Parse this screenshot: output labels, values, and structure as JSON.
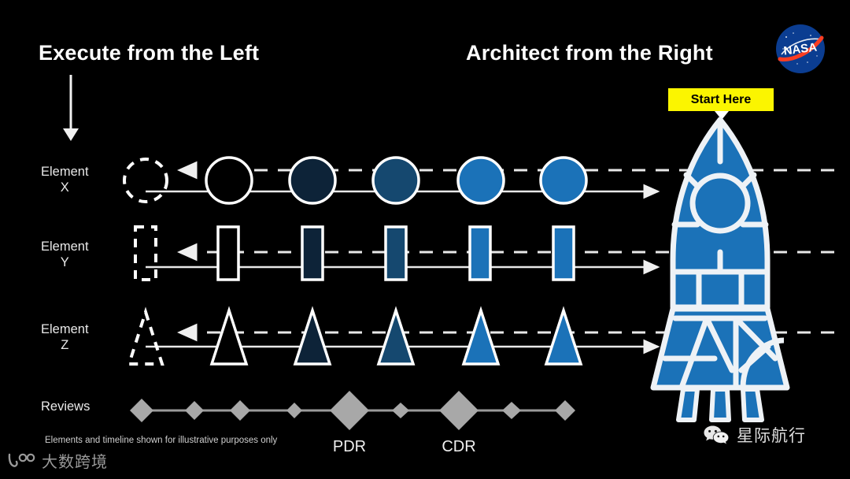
{
  "slide": {
    "background": "#000000",
    "title_left": "Execute from the Left",
    "title_right": "Architect from the Right",
    "footnote": "Elements and timeline shown for illustrative purposes only"
  },
  "start_badge": {
    "label": "Start Here",
    "bg": "#fbf500",
    "fg": "#000000"
  },
  "logo": {
    "name": "NASA",
    "text": "NASA",
    "circle": "#0b3d91",
    "swoosh": "#fc3d21"
  },
  "rows": [
    {
      "label_line1": "Element",
      "label_line2": "X",
      "shape": "circle",
      "items": [
        {
          "style": "dashed",
          "fill": "none"
        },
        {
          "style": "outline",
          "fill": "none"
        },
        {
          "style": "filled",
          "fill": "#0d2338"
        },
        {
          "style": "filled",
          "fill": "#15486f"
        },
        {
          "style": "filled",
          "fill": "#1b72b8"
        },
        {
          "style": "filled",
          "fill": "#1b72b8"
        }
      ]
    },
    {
      "label_line1": "Element",
      "label_line2": "Y",
      "shape": "rectangle",
      "items": [
        {
          "style": "dashed",
          "fill": "none"
        },
        {
          "style": "outline",
          "fill": "none"
        },
        {
          "style": "filled",
          "fill": "#0d2338"
        },
        {
          "style": "filled",
          "fill": "#15486f"
        },
        {
          "style": "filled",
          "fill": "#1b72b8"
        },
        {
          "style": "filled",
          "fill": "#1b72b8"
        }
      ]
    },
    {
      "label_line1": "Element",
      "label_line2": "Z",
      "shape": "triangle",
      "items": [
        {
          "style": "dashed",
          "fill": "none"
        },
        {
          "style": "outline",
          "fill": "none"
        },
        {
          "style": "filled",
          "fill": "#0d2338"
        },
        {
          "style": "filled",
          "fill": "#15486f"
        },
        {
          "style": "filled",
          "fill": "#1b72b8"
        },
        {
          "style": "filled",
          "fill": "#1b72b8"
        }
      ]
    }
  ],
  "reviews": {
    "label": "Reviews",
    "color": "#a8a8a8",
    "milestones": [
      {
        "name": "",
        "size": "small"
      },
      {
        "name": "",
        "size": "small"
      },
      {
        "name": "",
        "size": "small"
      },
      {
        "name": "",
        "size": "small"
      },
      {
        "name": "PDR",
        "size": "large"
      },
      {
        "name": "",
        "size": "small"
      },
      {
        "name": "CDR",
        "size": "large"
      },
      {
        "name": "",
        "size": "small"
      },
      {
        "name": "",
        "size": "small"
      }
    ]
  },
  "rocket": {
    "name": "rocket",
    "fill": "#1b72b8",
    "outline": "#eef2f6"
  },
  "arrows": {
    "down_arrow": "execute-direction-down",
    "solid_right": "execute-flow-right",
    "dashed_left": "architect-flow-left"
  },
  "watermarks": {
    "left": {
      "text": "大数跨境",
      "icon": "brand-mark-icon"
    },
    "right": {
      "text": "星际航行",
      "icon": "wechat-icon"
    }
  }
}
